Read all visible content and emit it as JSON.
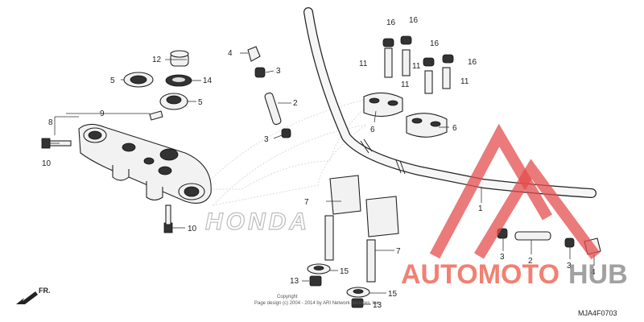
{
  "diagram": {
    "labels": {
      "p1": "1",
      "p2": "2",
      "p3": "3",
      "p4": "4",
      "p5": "5",
      "p6": "6",
      "p7": "7",
      "p8": "8",
      "p9": "9",
      "p10": "10",
      "p11": "11",
      "p12": "12",
      "p13": "13",
      "p14": "14",
      "p15": "15",
      "p16": "16"
    },
    "brand_watermark": "HONDA",
    "copyright_line1": "Copyright",
    "copyright_line2": "Page design (c) 2004 - 2014 by ARI Network Services, Inc.",
    "diagram_code": "MJA4F0703",
    "front_arrow_label": "FR."
  },
  "site_watermark": {
    "part1": "AUTOMOTO",
    "part2": "HUB",
    "colors": {
      "red": "#e44d4d",
      "grey": "#8a8a8a"
    }
  }
}
